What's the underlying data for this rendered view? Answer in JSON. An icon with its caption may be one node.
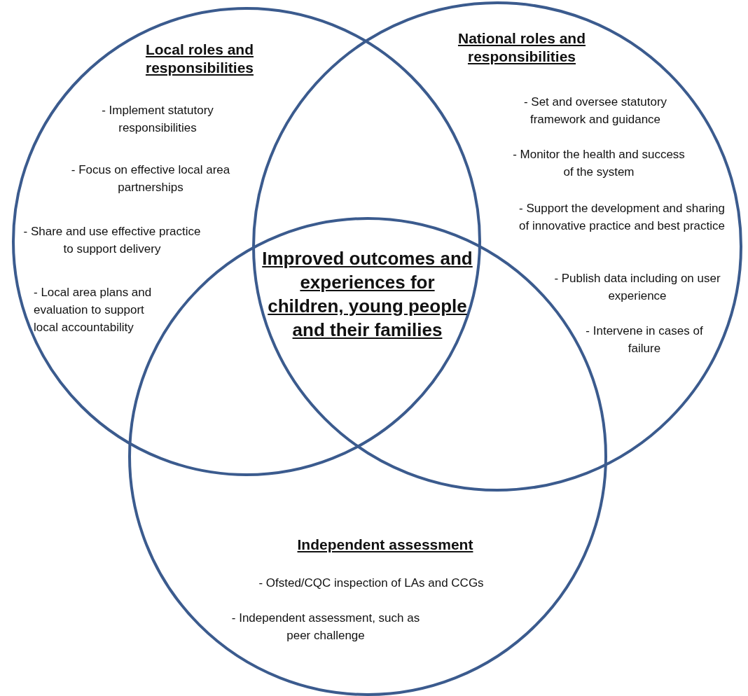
{
  "diagram": {
    "nodes": [
      {
        "text": [
          "Local roles and responsibilities",
          "- Implement statutory responsibilities",
          "- Focus on effective local area partnerships",
          "- Share and use effective practice to support delivery",
          "- Local area plans and evaluation to support local accountability"
        ]
      },
      {
        "text": [
          "National roles and responsibilities",
          "- Set and oversee statutory framework and guidance",
          "- Monitor the health and success of the system",
          "- Support the development and sharing of innovative practice and best practice",
          "- Publish data including on user experience",
          "- Intervene in cases of failure"
        ]
      },
      {
        "text": [
          "Independent assessment",
          "- Ofsted/CQC inspection of LAs and CCGs",
          "- Independent assessment, such as peer challenge"
        ]
      }
    ],
    "labels": [
      "Improved outcomes and experiences for children, young people and their families"
    ]
  }
}
